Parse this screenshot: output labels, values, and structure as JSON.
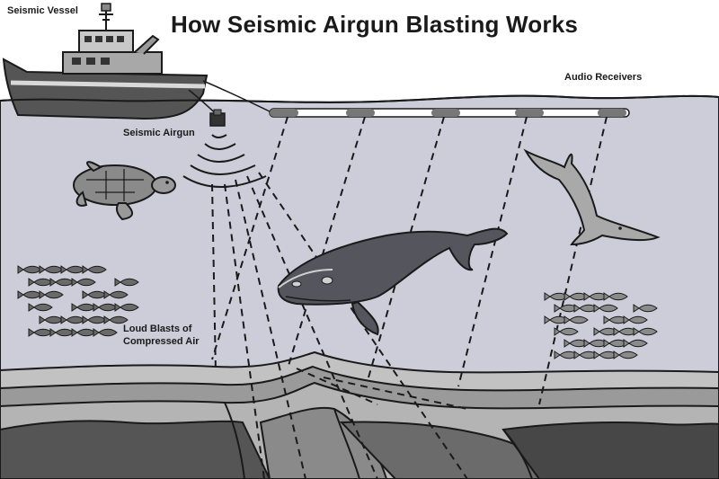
{
  "title": "How Seismic Airgun Blasting Works",
  "labels": {
    "vessel": "Seismic Vessel",
    "receivers": "Audio Receivers",
    "airgun": "Seismic Airgun",
    "blasts_line1": "Loud Blasts of",
    "blasts_line2": "Compressed Air"
  },
  "colors": {
    "sky": "#ffffff",
    "water": "#cccdd8",
    "seabed_top": "#b8b8b8",
    "seabed_mid": "#7e7e7e",
    "seabed_dark": "#4d4d4d",
    "animal": "#8a8a8a",
    "whale": "#55555e",
    "ship_hull": "#555555",
    "outline": "#1a1a1a"
  }
}
